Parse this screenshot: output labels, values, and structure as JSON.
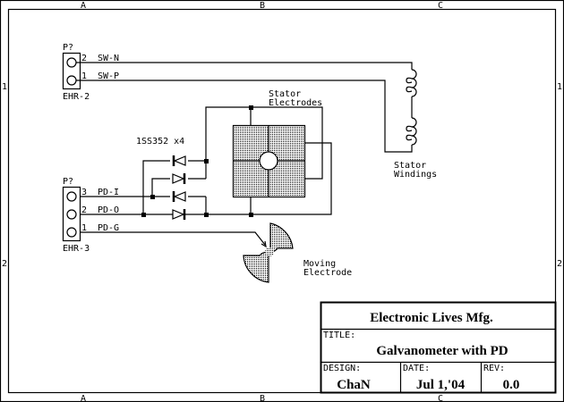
{
  "border": {
    "columns": [
      "A",
      "B",
      "C"
    ],
    "rows": [
      "1",
      "2"
    ]
  },
  "connectors": [
    {
      "ref": "P?",
      "part": "EHR-2",
      "pins": [
        {
          "num": "2",
          "net": "SW-N"
        },
        {
          "num": "1",
          "net": "SW-P"
        }
      ]
    },
    {
      "ref": "P?",
      "part": "EHR-3",
      "pins": [
        {
          "num": "3",
          "net": "PD-I"
        },
        {
          "num": "2",
          "net": "PD-O"
        },
        {
          "num": "1",
          "net": "PD-G"
        }
      ]
    }
  ],
  "labels": {
    "diodes": "1SS352 x4",
    "stator_electrodes_1": "Stator",
    "stator_electrodes_2": "Electrodes",
    "stator_windings_1": "Stator",
    "stator_windings_2": "Windings",
    "moving_electrode_1": "Moving",
    "moving_electrode_2": "Electrode"
  },
  "title_block": {
    "company": "Electronic Lives Mfg.",
    "title_label": "TITLE:",
    "title": "Galvanometer with PD",
    "design_label": "DESIGN:",
    "design": "ChaN",
    "date_label": "DATE:",
    "date": "Jul 1,'04",
    "rev_label": "REV:",
    "rev": "0.0"
  }
}
